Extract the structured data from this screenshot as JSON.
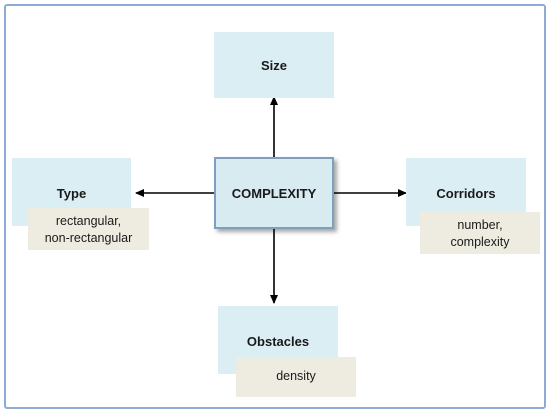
{
  "diagram": {
    "center": {
      "label": "COMPLEXITY"
    },
    "nodes": {
      "size": {
        "label": "Size"
      },
      "type": {
        "label": "Type",
        "detail_line1": "rectangular,",
        "detail_line2": "non-rectangular"
      },
      "corridors": {
        "label": "Corridors",
        "detail_line1": "number,",
        "detail_line2": "complexity"
      },
      "obstacles": {
        "label": "Obstacles",
        "detail_line1": "density"
      }
    },
    "colors": {
      "node_fill": "#daeef3",
      "center_border": "#7f9fbf",
      "tag_fill": "#eeece1",
      "frame_border": "#8eaad6",
      "arrow": "#000000"
    }
  }
}
